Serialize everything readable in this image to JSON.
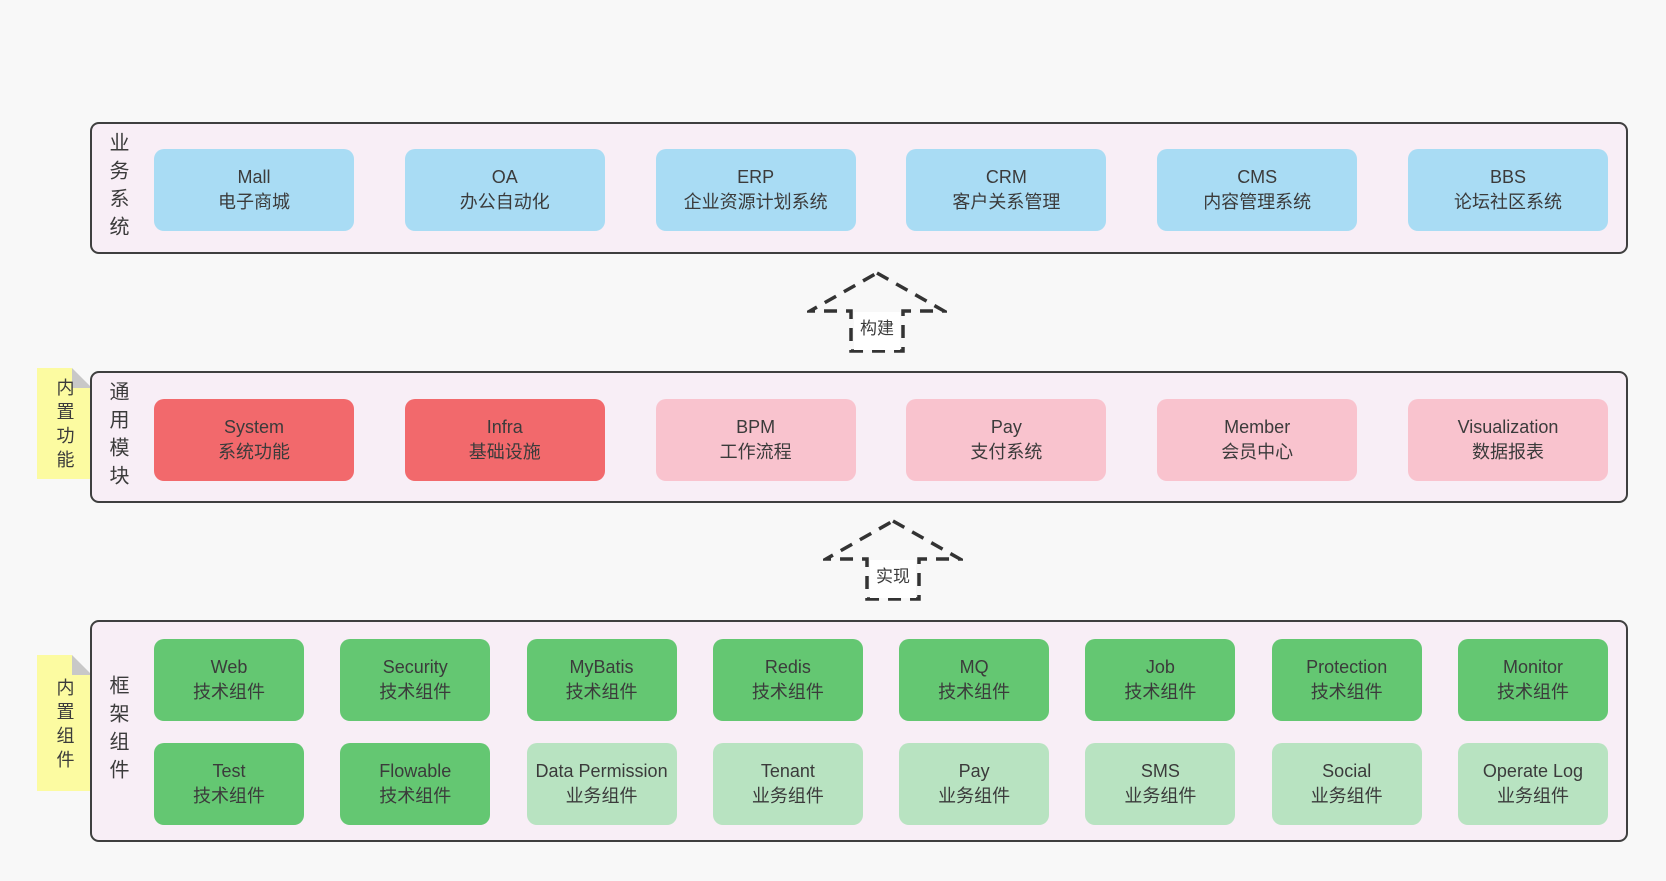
{
  "palette": {
    "page_bg": "#f8f8f8",
    "layer_bg": "#f8eef6",
    "layer_border": "#3f3f3f",
    "blue_box": "#a9dcf4",
    "red_box": "#f2696c",
    "pink_box": "#f9c3ce",
    "green_box": "#64c772",
    "light_green_box": "#b8e3c1",
    "sticky_yellow": "#fcfba1",
    "sticky_fold_gray": "#c8c8c8",
    "text": "#3b3b3b",
    "dash_stroke": "#333333"
  },
  "arrows": [
    {
      "label": "构建"
    },
    {
      "label": "实现"
    }
  ],
  "stickies": [
    {
      "label": "内置功能"
    },
    {
      "label": "内置组件"
    }
  ],
  "layers": [
    {
      "label": "业务系统",
      "boxes": [
        {
          "name": "Mall",
          "desc": "电子商城"
        },
        {
          "name": "OA",
          "desc": "办公自动化"
        },
        {
          "name": "ERP",
          "desc": "企业资源计划系统"
        },
        {
          "name": "CRM",
          "desc": "客户关系管理"
        },
        {
          "name": "CMS",
          "desc": "内容管理系统"
        },
        {
          "name": "BBS",
          "desc": "论坛社区系统"
        }
      ]
    },
    {
      "label": "通用模块",
      "boxes": [
        {
          "name": "System",
          "desc": "系统功能"
        },
        {
          "name": "Infra",
          "desc": "基础设施"
        },
        {
          "name": "BPM",
          "desc": "工作流程"
        },
        {
          "name": "Pay",
          "desc": "支付系统"
        },
        {
          "name": "Member",
          "desc": "会员中心"
        },
        {
          "name": "Visualization",
          "desc": "数据报表"
        }
      ]
    },
    {
      "label": "框架组件",
      "boxes": [
        {
          "name": "Web",
          "desc": "技术组件"
        },
        {
          "name": "Security",
          "desc": "技术组件"
        },
        {
          "name": "MyBatis",
          "desc": "技术组件"
        },
        {
          "name": "Redis",
          "desc": "技术组件"
        },
        {
          "name": "MQ",
          "desc": "技术组件"
        },
        {
          "name": "Job",
          "desc": "技术组件"
        },
        {
          "name": "Protection",
          "desc": "技术组件"
        },
        {
          "name": "Monitor",
          "desc": "技术组件"
        },
        {
          "name": "Test",
          "desc": "技术组件"
        },
        {
          "name": "Flowable",
          "desc": "技术组件"
        },
        {
          "name": "Data Permission",
          "desc": "业务组件"
        },
        {
          "name": "Tenant",
          "desc": "业务组件"
        },
        {
          "name": "Pay",
          "desc": "业务组件"
        },
        {
          "name": "SMS",
          "desc": "业务组件"
        },
        {
          "name": "Social",
          "desc": "业务组件"
        },
        {
          "name": "Operate Log",
          "desc": "业务组件"
        }
      ]
    }
  ]
}
